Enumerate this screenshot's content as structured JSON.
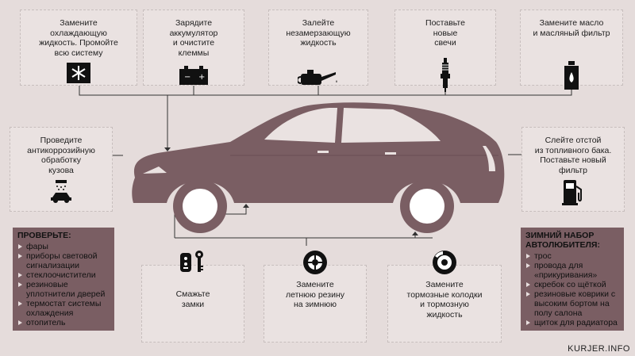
{
  "colors": {
    "car": "#7a5e63",
    "background": "#e5dcdb",
    "panel": "#7a5e63",
    "line": "#333333"
  },
  "top_tips": [
    {
      "label": "Замените\nохлаждающую\nжидкость. Промойте\nвсю систему",
      "icon": "snowflake-icon"
    },
    {
      "label": "Зарядите\nаккумулятор\nи очистите\nклеммы",
      "icon": "battery-icon"
    },
    {
      "label": "Залейте\nнезамерзающую\nжидкость",
      "icon": "oil-can-icon"
    },
    {
      "label": "Поставьте\nновые\nсвечи",
      "icon": "spark-plug-icon"
    },
    {
      "label": "Замените масло\nи масляный фильтр",
      "icon": "oil-canister-icon"
    }
  ],
  "left_tip": {
    "label": "Проведите\nантикоррозийную\nобработку\nкузова",
    "icon": "car-wash-icon"
  },
  "right_tip": {
    "label": "Слейте отстой\nиз топливного бака.\nПоставьте новый\nфильтр",
    "icon": "fuel-pump-icon"
  },
  "bottom_tips": [
    {
      "label": "Смажьте\nзамки",
      "icon": "car-key-icon"
    },
    {
      "label": "Замените\nлетнюю резину\nна зимнюю",
      "icon": "tire-icon"
    },
    {
      "label": "Замените\nтормозные колодки\nи тормозную\nжидкость",
      "icon": "brake-disc-icon"
    }
  ],
  "check_panel": {
    "title": "ПРОВЕРЬТЕ:",
    "items": [
      "фары",
      "приборы световой сигнализации",
      "стеклоочистители",
      "резиновые уплотнители дверей",
      "термостат системы охлаждения",
      "отопитель"
    ]
  },
  "winter_panel": {
    "title": "ЗИМНИЙ НАБОР\nАВТОЛЮБИТЕЛЯ:",
    "items": [
      "трос",
      "провода для «прикуривания»",
      "скребок со щёткой",
      "резиновые коврики с высоким бортом на полу салона",
      "щиток для радиатора"
    ]
  },
  "credit": "KURJER.INFO"
}
